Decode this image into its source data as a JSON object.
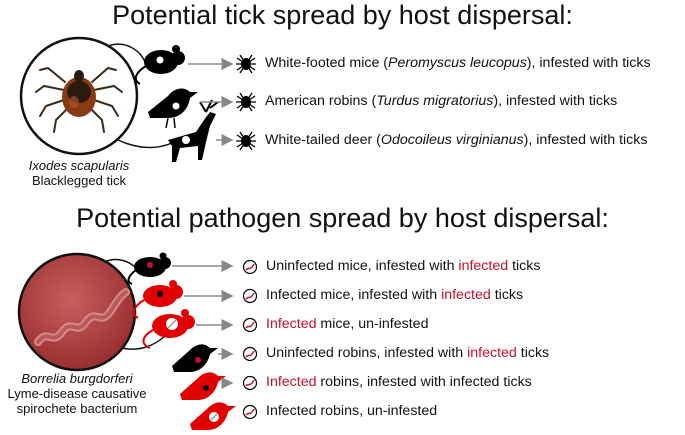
{
  "section1": {
    "title": "Potential tick spread by host dispersal:",
    "tick_name_sci": "Ixodes scapularis",
    "tick_name_common": "Blacklegged tick",
    "rows": [
      {
        "pre": "White-footed mice (",
        "sci": "Peromyscus leucopus",
        "post": "), infested with ticks"
      },
      {
        "pre": "American robins (",
        "sci": "Turdus migratorius",
        "post": "), infested with ticks"
      },
      {
        "pre": "White-tailed deer (",
        "sci": "Odocoileus virginianus",
        "post": "), infested with ticks"
      }
    ]
  },
  "section2": {
    "title": "Potential pathogen spread by host dispersal:",
    "bact_name_sci": "Borrelia burgdorferi",
    "bact_desc_1": "Lyme-disease causative",
    "bact_desc_2": "spirochete bacterium",
    "rows": [
      {
        "a": "Uninfected mice, infested with ",
        "b": "infected",
        "c": " ticks"
      },
      {
        "a": "Infected mice, infested with ",
        "b": "infected",
        "c": " ticks"
      },
      {
        "a": "",
        "b": "Infected",
        "c": " mice, un-infested"
      },
      {
        "a": "Uninfected robins, infested with ",
        "b": "infected",
        "c": " ticks"
      },
      {
        "a": "",
        "b": "Infected",
        "c": " robins, infested with infected ticks"
      },
      {
        "a": "Infected robins, un-infested",
        "b": "",
        "c": ""
      }
    ]
  },
  "colors": {
    "infected": "#c8102e",
    "host": "#000000",
    "bacterium": "#b03a3a"
  }
}
